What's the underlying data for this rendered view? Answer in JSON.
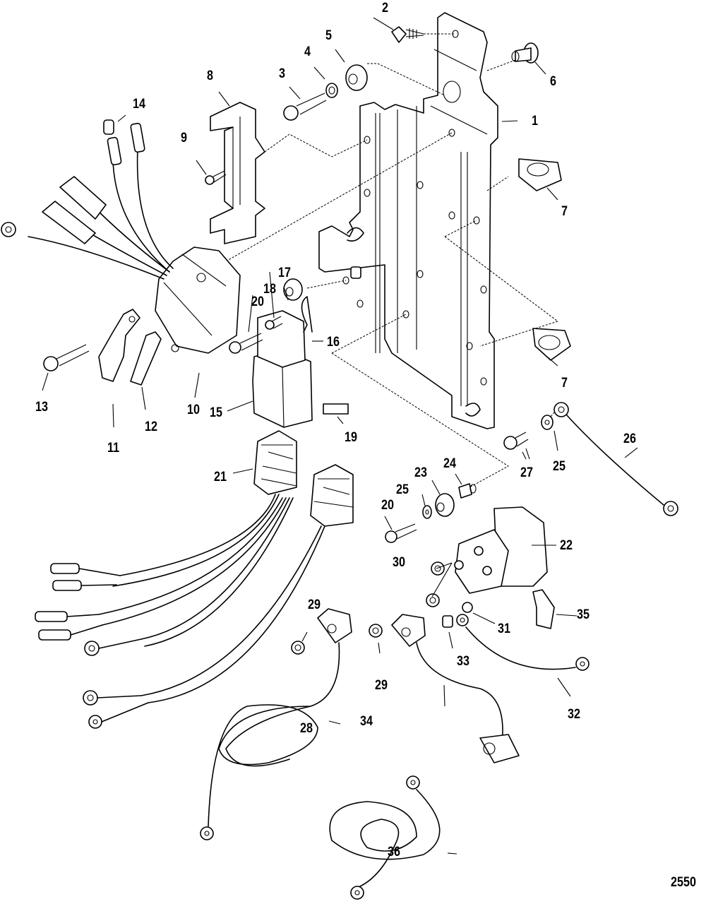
{
  "figure_id": "2550",
  "callouts": {
    "c1": "1",
    "c2": "2",
    "c3": "3",
    "c4": "4",
    "c5": "5",
    "c6": "6",
    "c7a": "7",
    "c7b": "7",
    "c8": "8",
    "c9": "9",
    "c10": "10",
    "c11": "11",
    "c12": "12",
    "c13": "13",
    "c14": "14",
    "c15": "15",
    "c16": "16",
    "c17": "17",
    "c18": "18",
    "c19": "19",
    "c20a": "20",
    "c20b": "20",
    "c21": "21",
    "c22": "22",
    "c23": "23",
    "c24": "24",
    "c25a": "25",
    "c25b": "25",
    "c26": "26",
    "c27": "27",
    "c28": "28",
    "c29a": "29",
    "c29b": "29",
    "c30": "30",
    "c31": "31",
    "c32": "32",
    "c33": "33",
    "c34": "34",
    "c35": "35",
    "c36": "36"
  }
}
